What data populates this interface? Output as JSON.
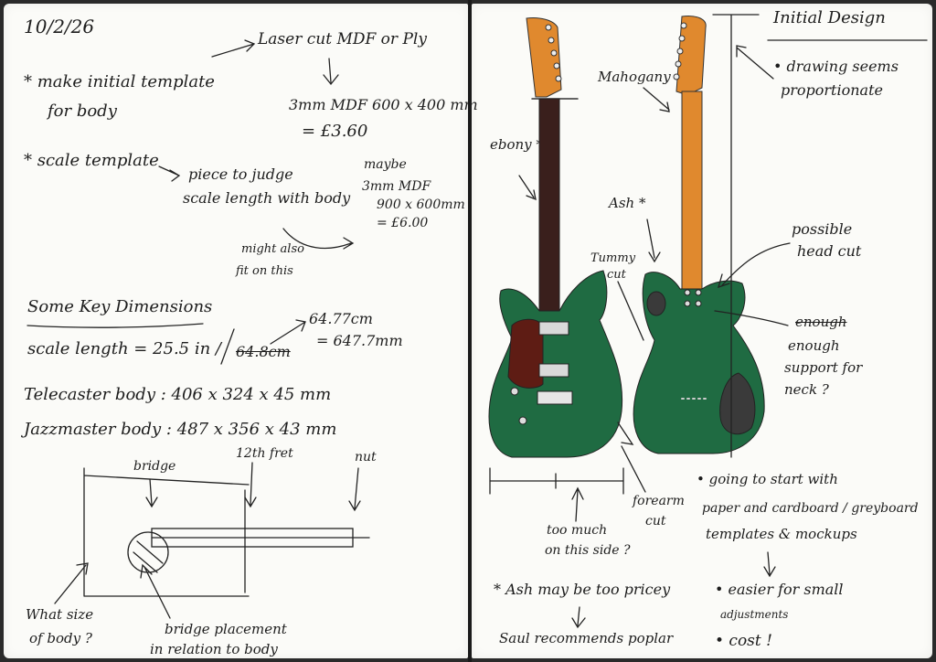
{
  "left_page": {
    "date": "10/2/26",
    "laser_cut": "Laser cut MDF or Ply",
    "initial_template": "* make initial template",
    "for_body": "for body",
    "mdf_small": "3mm MDF 600 x 400 mm",
    "mdf_small_price": "= £3.60",
    "scale_template": "* scale template",
    "piece_to_judge": "piece to judge",
    "scale_with_body": "scale length with body",
    "maybe": "maybe",
    "mdf_large_1": "3mm MDF",
    "mdf_large_2": "900 x 600mm",
    "mdf_large_price": "= £6.00",
    "might_also_1": "might also",
    "might_also_2": "fit on this",
    "key_dimensions": "Some Key Dimensions",
    "scale_length_label": "scale length = 25.5 in /",
    "scale_struck": "64.8cm",
    "scale_cm": "64.77cm",
    "scale_mm": "= 647.7mm",
    "telecaster": "Telecaster body : 406 x 324 x 45 mm",
    "jazzmaster": "Jazzmaster body : 487 x 356 x 43 mm",
    "bridge_label": "bridge",
    "fret_label": "12th fret",
    "nut_label": "nut",
    "what_size_1": "What size",
    "what_size_2": "of body ?",
    "bridge_placement_1": "bridge placement",
    "bridge_placement_2": "in relation to body"
  },
  "right_page": {
    "title": "Initial Design",
    "drawing_note_1": "• drawing seems",
    "drawing_note_2": "proportionate",
    "mahogany": "Mahogany",
    "ebony": "ebony *",
    "ash": "Ash *",
    "tummy_cut_1": "Tummy",
    "tummy_cut_2": "cut",
    "possible_1": "possible",
    "possible_2": "head cut",
    "enough_struck": "enough",
    "enough_1": "enough",
    "enough_2": "support for",
    "enough_3": "neck ?",
    "too_much_1": "too much",
    "too_much_2": "on this side ?",
    "forearm_1": "forearm",
    "forearm_2": "cut",
    "going_1": "• going to start with",
    "going_2": "paper and cardboard / greyboard",
    "going_3": "templates & mockups",
    "easier_1": "• easier for small",
    "easier_2": "adjustments",
    "cost": "• cost !",
    "ash_pricey": "* Ash may be too pricey",
    "saul": "Saul recommends poplar"
  },
  "colors": {
    "body_green": "#1f6b42",
    "neck_orange": "#e0892e",
    "fretboard": "#3a1f1c",
    "pickguard": "#5e1c14",
    "pickup": "#d9d9d9"
  }
}
